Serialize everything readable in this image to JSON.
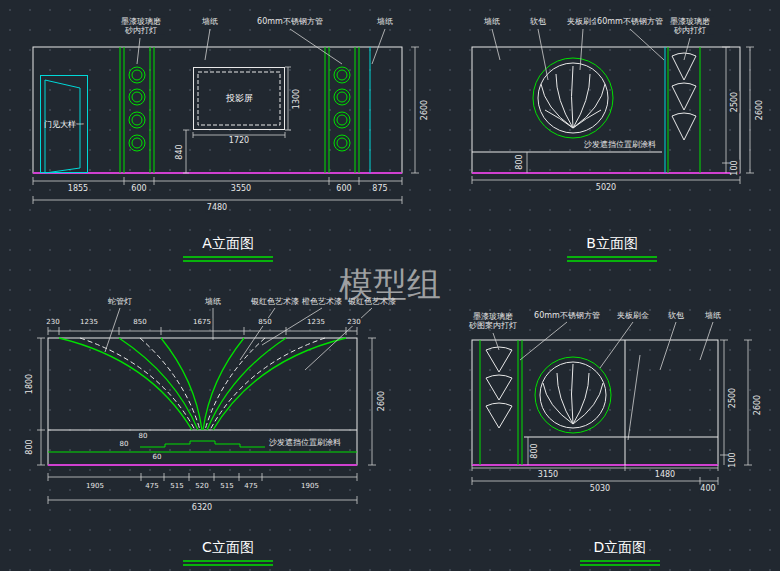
{
  "diagram": {
    "nodes": [
      {
        "text": [
          "投影屏"
        ]
      },
      {
        "text": [
          "门见大样一"
        ]
      }
    ],
    "labels": [
      "墨漆玻璃磨 砂内打灯",
      "墙纸",
      "60mm不锈钢方管",
      "墙纸",
      "1300",
      "1720",
      "840",
      "2600",
      "1855",
      "600",
      "3550",
      "600",
      "875",
      "7480",
      "A立面图",
      "墙纸",
      "软包",
      "夹板刷金",
      "60mm不锈钢方管",
      "墨漆玻璃磨 砂内打灯",
      "800",
      "沙发遮挡位置刷涂料",
      "2500",
      "2600",
      "100",
      "5020",
      "B立面图",
      "蛇管灯",
      "墙纸",
      "银红色艺术漆",
      "橙色艺术漆",
      "银红色艺术漆",
      "230",
      "1235",
      "850",
      "1675",
      "850",
      "1235",
      "230",
      "1800",
      "800",
      "2600",
      "80",
      "80",
      "60",
      "沙发遮挡位置刷涂料",
      "1905",
      "475",
      "515",
      "520",
      "515",
      "475",
      "1905",
      "6320",
      "C立面图",
      "墨漆玻璃磨 砂图案内打灯",
      "60mm不锈钢方管",
      "夹板刷金",
      "软包",
      "墙纸",
      "800",
      "2500",
      "2600",
      "100",
      "3150",
      "1480",
      "5030",
      "400",
      "D立面图",
      "模型组"
    ]
  }
}
